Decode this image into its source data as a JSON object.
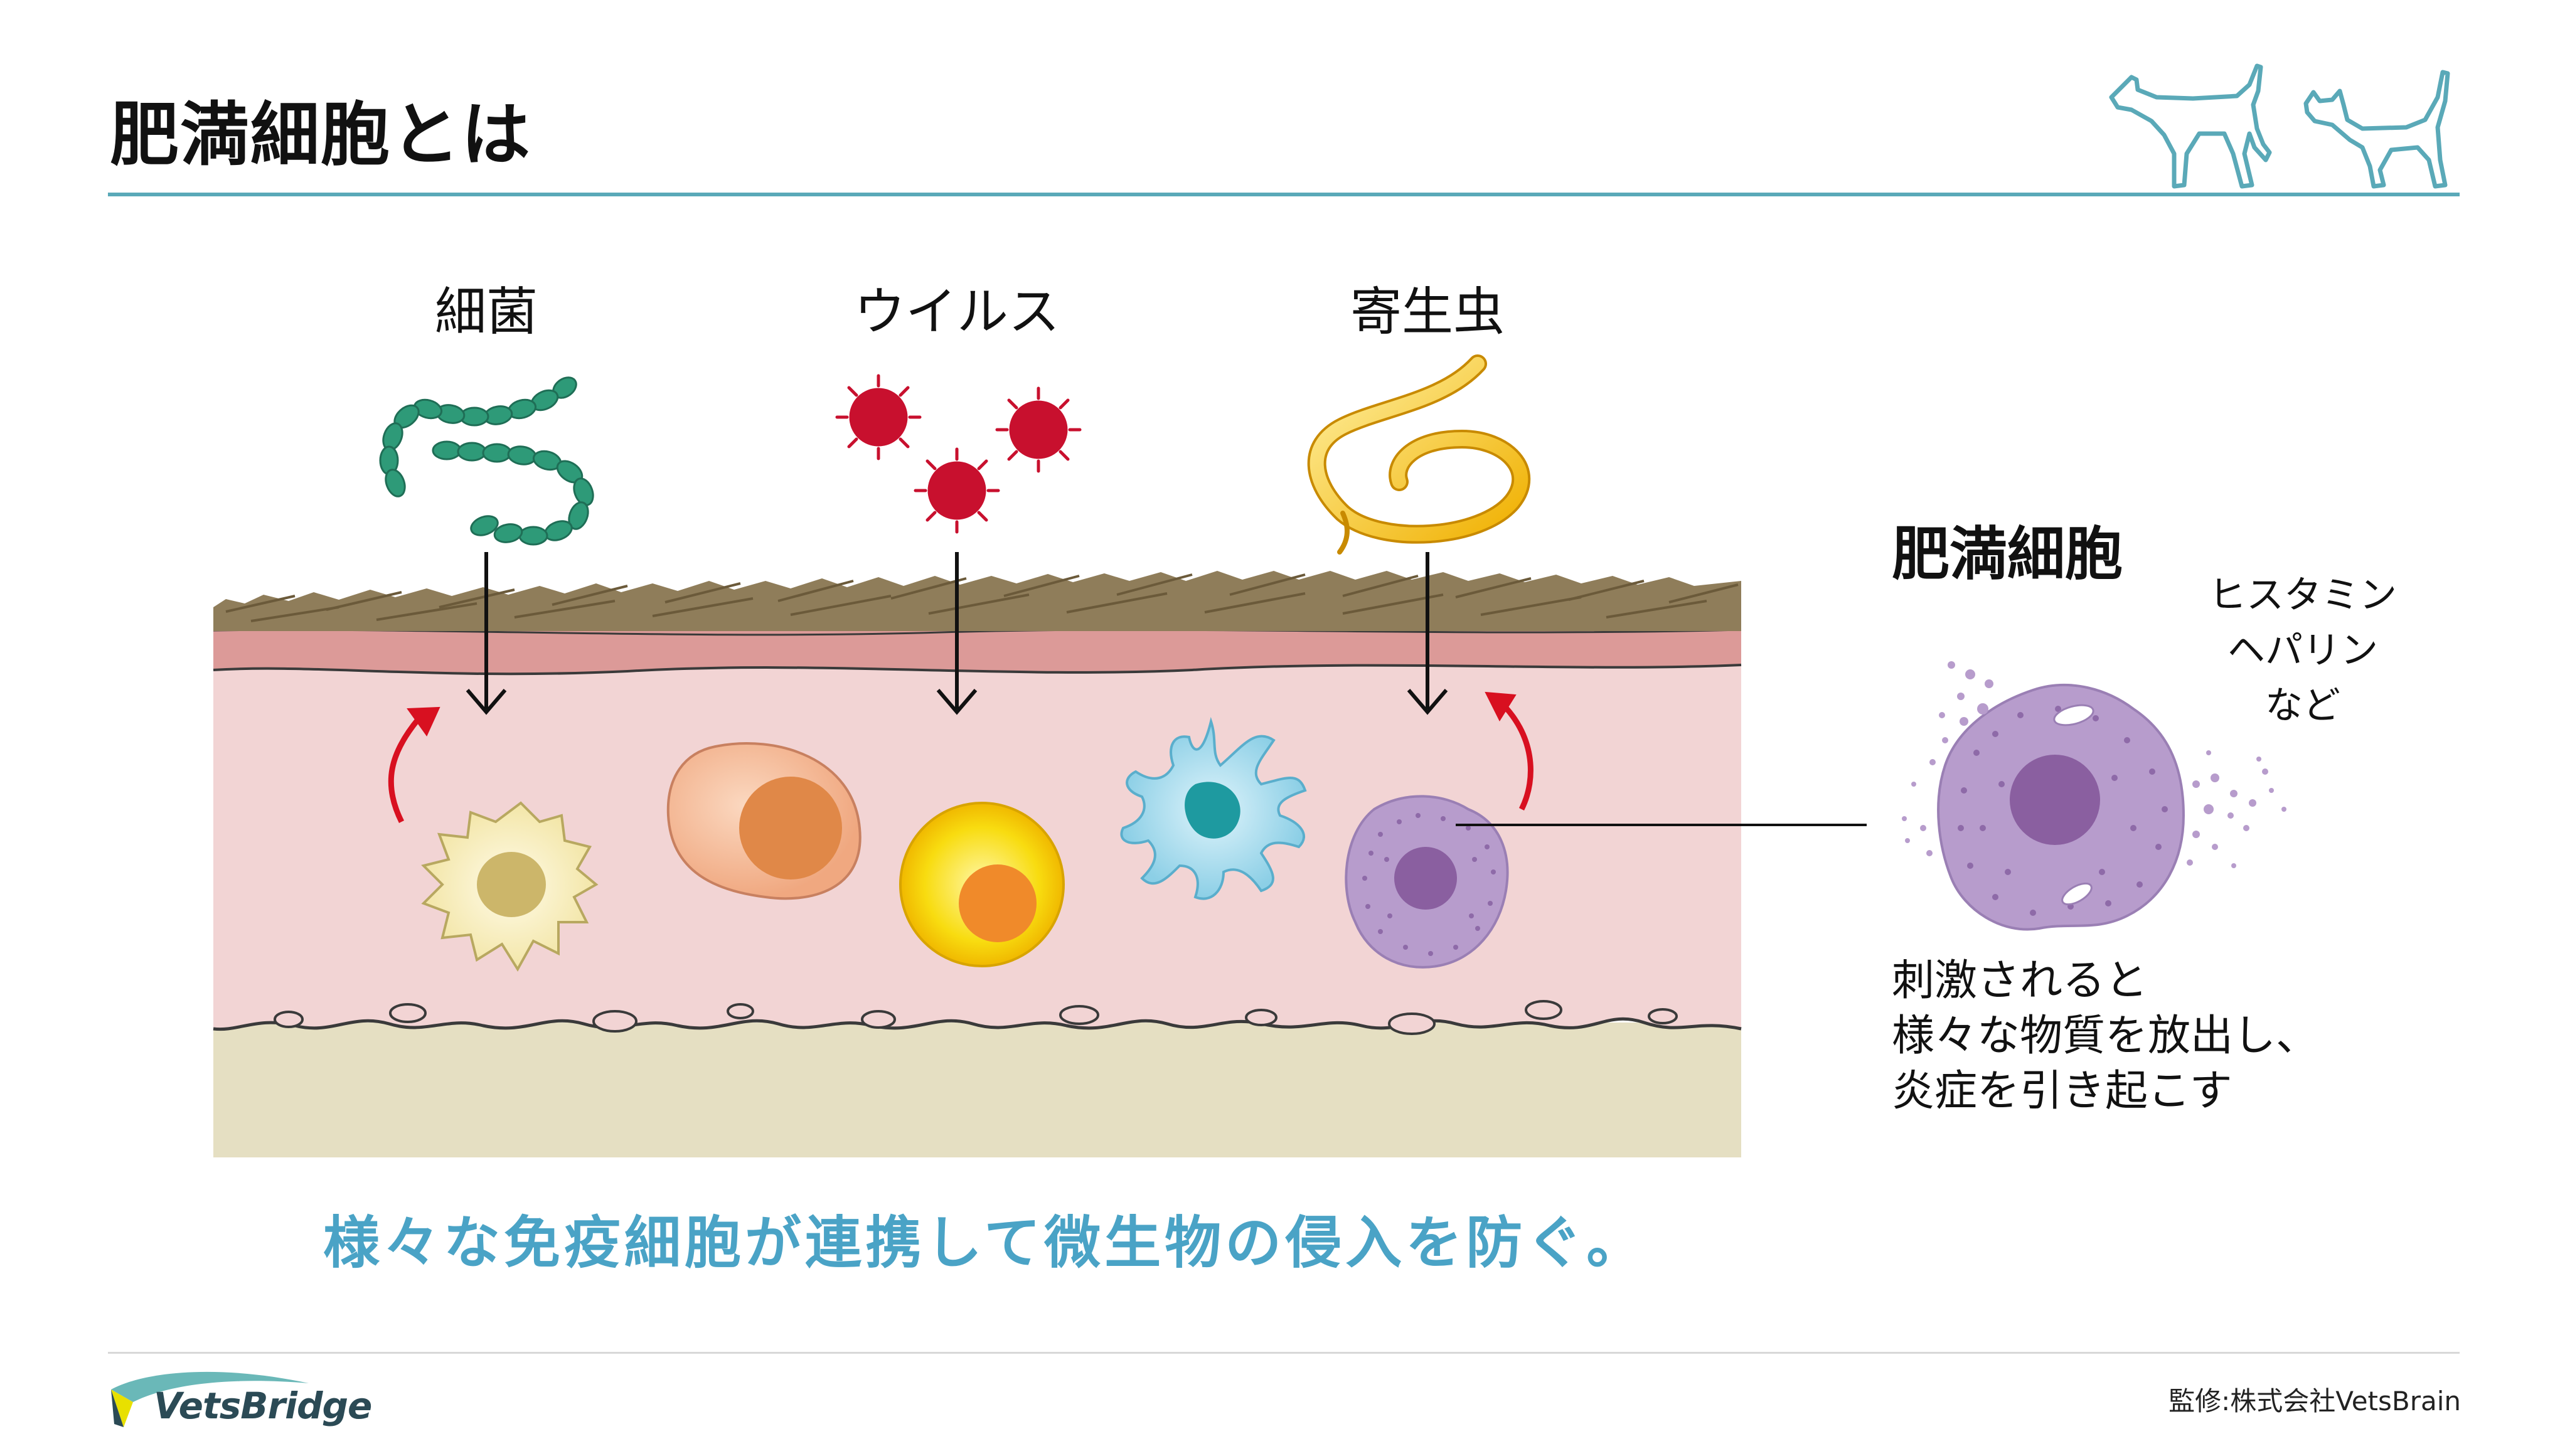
{
  "title": "肥満細胞とは",
  "pathogens": {
    "bacteria": "細菌",
    "virus": "ウイルス",
    "parasite": "寄生虫"
  },
  "mast_cell": {
    "title": "肥満細胞",
    "mediators": [
      "ヒスタミン",
      "ヘパリン",
      "など"
    ],
    "effect": [
      "刺激されると",
      "様々な物質を放出し、",
      "炎症を引き起こす"
    ]
  },
  "caption": "様々な免疫細胞が連携して微生物の侵入を防ぐ。",
  "brand": "VetsBridge",
  "credit": "監修:株式会社VetsBrain",
  "colors": {
    "accent": "#4aa3c6",
    "rule": "#5aa9b8",
    "bacteria": "#2e9a78",
    "virus": "#c8102e",
    "parasite": "#f0b818",
    "mast_cell": "#b79ccc",
    "skin_dermis": "#f2d4d4",
    "skin_hypodermis": "#e5dfc2",
    "arrow_red": "#d81020"
  }
}
